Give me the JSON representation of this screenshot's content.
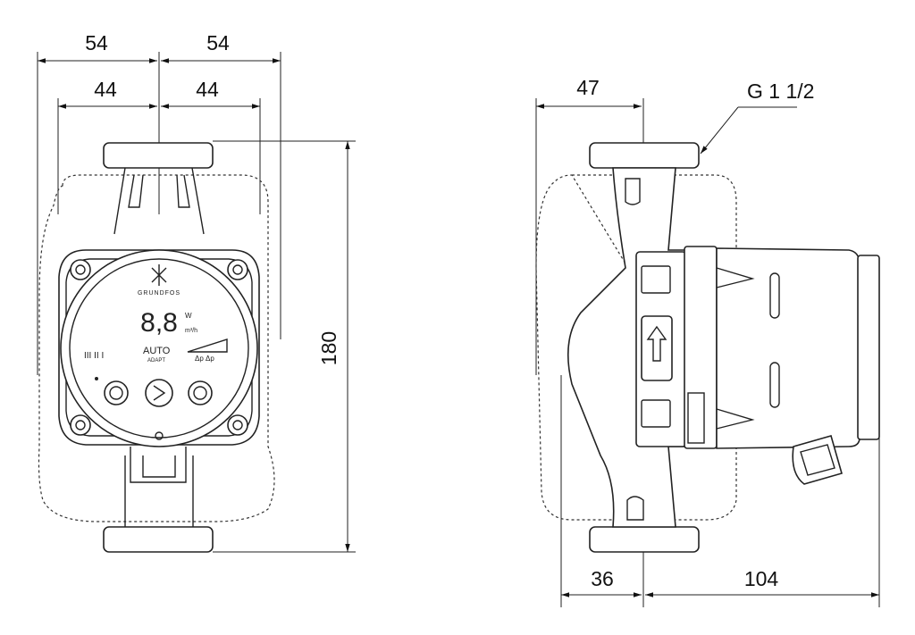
{
  "front_view": {
    "dim_top_left": "54",
    "dim_top_right": "54",
    "dim_inner_left": "44",
    "dim_inner_right": "44",
    "dim_height": "180",
    "display": {
      "digits": "8,8",
      "unit_power": "W",
      "unit_flow": "m³/h",
      "mode_line1": "AUTO",
      "mode_line2": "ADAPT",
      "curve_marks": "III II I",
      "indicators": "Δp Δp"
    }
  },
  "side_view": {
    "dim_top": "47",
    "thread_label": "G 1 1/2",
    "dim_bottom_left": "36",
    "dim_bottom_right": "104"
  },
  "logo_text": "GRUNDFOS"
}
